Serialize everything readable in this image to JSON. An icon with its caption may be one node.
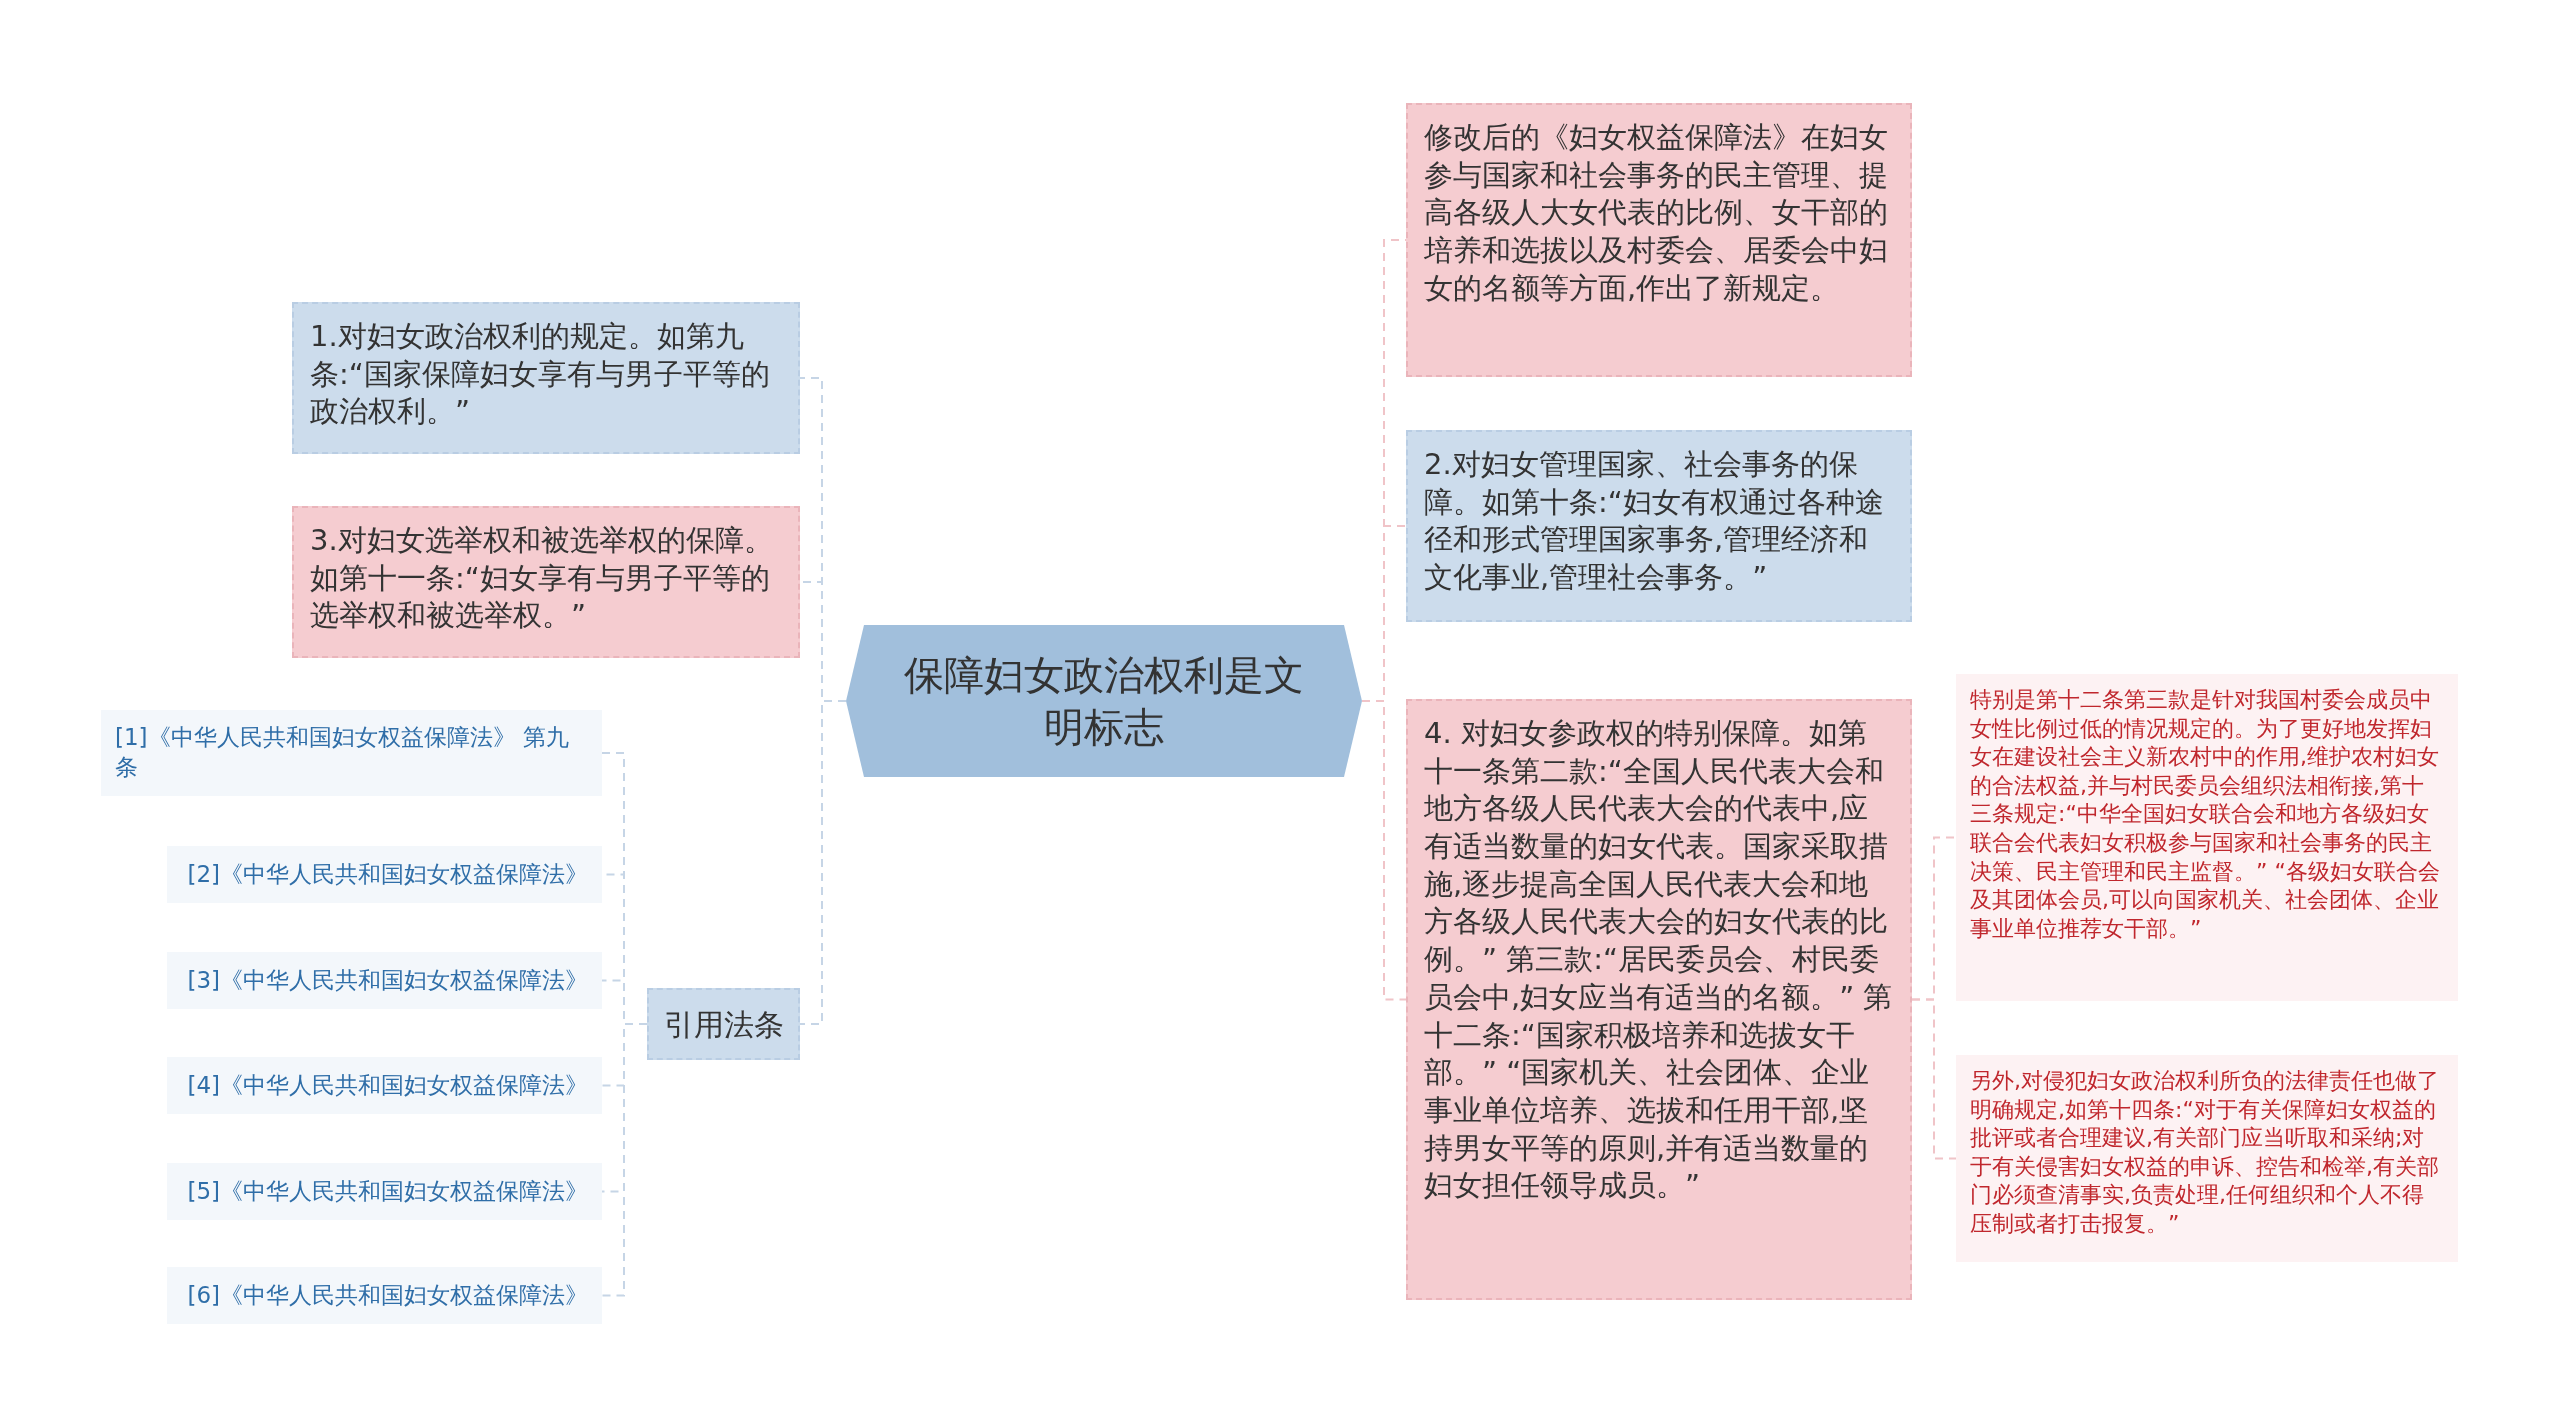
{
  "diagram": {
    "nodes": [
      {
        "text": [
          "保障妇女政治权利是文明标志"
        ]
      },
      {
        "text": [
          "1.对妇女政治权利的规定。如第九条:“国家保障妇女享有与男子平等的政治权利。”"
        ]
      },
      {
        "text": [
          "3.对妇女选举权和被选举权的保障。如第十一条:“妇女享有与男子平等的选举权和被选举权。”"
        ]
      },
      {
        "text": [
          "引用法条"
        ]
      },
      {
        "text": [
          "[1]《中华人民共和国妇女权益保障法》 第九条"
        ]
      },
      {
        "text": [
          "[2]《中华人民共和国妇女权益保障法》"
        ]
      },
      {
        "text": [
          "[3]《中华人民共和国妇女权益保障法》"
        ]
      },
      {
        "text": [
          "[4]《中华人民共和国妇女权益保障法》"
        ]
      },
      {
        "text": [
          "[5]《中华人民共和国妇女权益保障法》"
        ]
      },
      {
        "text": [
          "[6]《中华人民共和国妇女权益保障法》"
        ]
      },
      {
        "text": [
          "修改后的《妇女权益保障法》在妇女参与国家和社会事务的民主管理、提高各级人大女代表的比例、女干部的培养和选拔以及村委会、居委会中妇女的名额等方面,作出了新规定。"
        ]
      },
      {
        "text": [
          "2.对妇女管理国家、社会事务的保障。如第十条:“妇女有权通过各种途径和形式管理国家事务,管理经济和文化事业,管理社会事务。”"
        ]
      },
      {
        "text": [
          "4. 对妇女参政权的特别保障。如第十一条第二款:“全国人民代表大会和地方各级人民代表大会的代表中,应有适当数量的妇女代表。国家采取措施,逐步提高全国人民代表大会和地方各级人民代表大会的妇女代表的比例。” 第三款:“居民委员会、村民委员会中,妇女应当有适当的名额。” 第十二条:“国家积极培养和选拔女干部。” “国家机关、社会团体、企业事业单位培养、选拔和任用干部,坚持男女平等的原则,并有适当数量的妇女担任领导成员。”"
        ]
      },
      {
        "text": [
          "特别是第十二条第三款是针对我国村委会成员中女性比例过低的情况规定的。为了更好地发挥妇女在建设社会主义新农村中的作用,维护农村妇女的合法权益,并与村民委员会组织法相衔接,第十三条规定:“中华全国妇女联合会和地方各级妇女联合会代表妇女积极参与国家和社会事务的民主决策、民主管理和民主监督。” “各级妇女联合会及其团体会员,可以向国家机关、社会团体、企业事业单位推荐女干部。”"
        ]
      },
      {
        "text": [
          "另外,对侵犯妇女政治权利所负的法律责任也做了明确规定,如第十四条:“对于有关保障妇女权益的批评或者合理建议,有关部门应当听取和采纳;对于有关侵害妇女权益的申诉、控告和检举,有关部门必须查清事实,负责处理,任何组织和个人不得压制或者打击报复。”"
        ]
      }
    ],
    "edges": [
      {
        "from": 0,
        "to": 1,
        "arrow": "none"
      },
      {
        "from": 0,
        "to": 2,
        "arrow": "none"
      },
      {
        "from": 0,
        "to": 3,
        "arrow": "none"
      },
      {
        "from": 3,
        "to": 4,
        "arrow": "none"
      },
      {
        "from": 3,
        "to": 5,
        "arrow": "none"
      },
      {
        "from": 3,
        "to": 6,
        "arrow": "none"
      },
      {
        "from": 3,
        "to": 7,
        "arrow": "none"
      },
      {
        "from": 3,
        "to": 8,
        "arrow": "none"
      },
      {
        "from": 3,
        "to": 9,
        "arrow": "none"
      },
      {
        "from": 0,
        "to": 10,
        "arrow": "none",
        "color": "#f0c4c8"
      },
      {
        "from": 0,
        "to": 11,
        "arrow": "none",
        "color": "#f0c4c8"
      },
      {
        "from": 0,
        "to": 12,
        "arrow": "none",
        "color": "#f0c4c8"
      },
      {
        "from": 12,
        "to": 13,
        "arrow": "none",
        "color": "#f0c4c8"
      },
      {
        "from": 12,
        "to": 14,
        "arrow": "none",
        "color": "#f0c4c8"
      }
    ]
  }
}
